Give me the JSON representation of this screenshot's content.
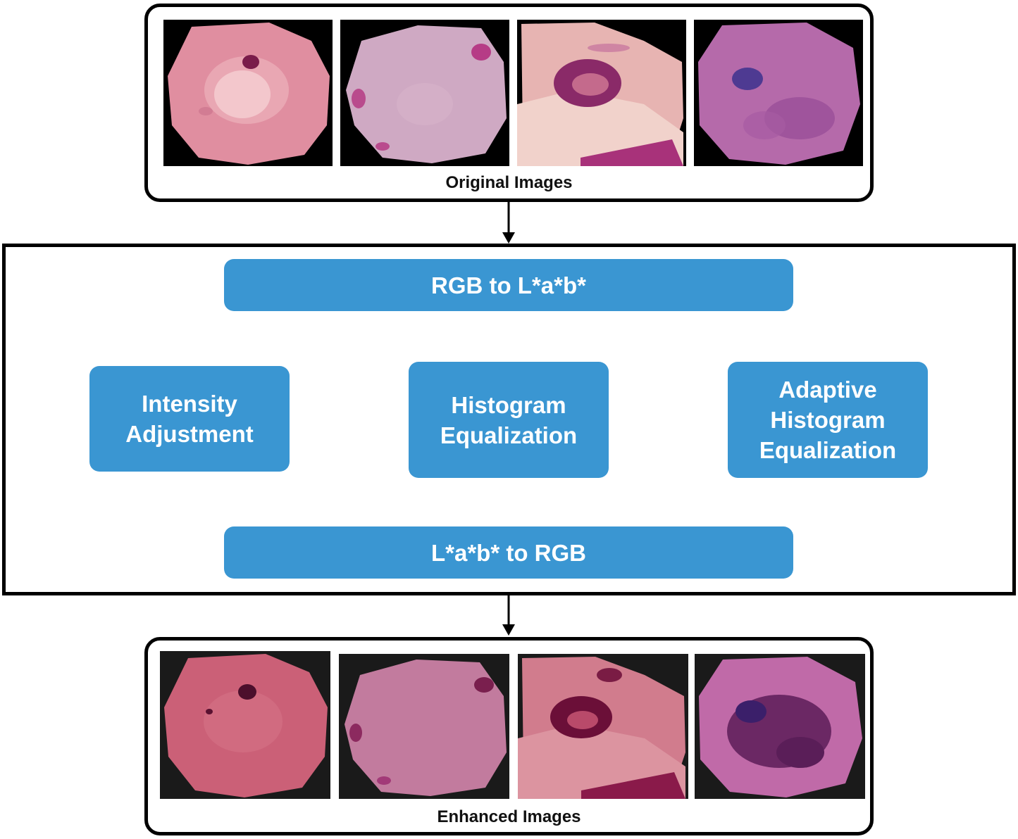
{
  "top_panel": {
    "caption": "Original Images"
  },
  "bottom_panel": {
    "caption": "Enhanced Images"
  },
  "process": {
    "step_convert_in": "RGB to L*a*b*",
    "branch_left": "Intensity\nAdjustment",
    "branch_middle": "Histogram\nEqualization",
    "branch_right": "Adaptive\nHistogram\nEqualization",
    "step_convert_out": "L*a*b* to RGB"
  },
  "colors": {
    "box_fill": "#3a96d2",
    "box_text": "#ffffff",
    "outline": "#000000"
  }
}
